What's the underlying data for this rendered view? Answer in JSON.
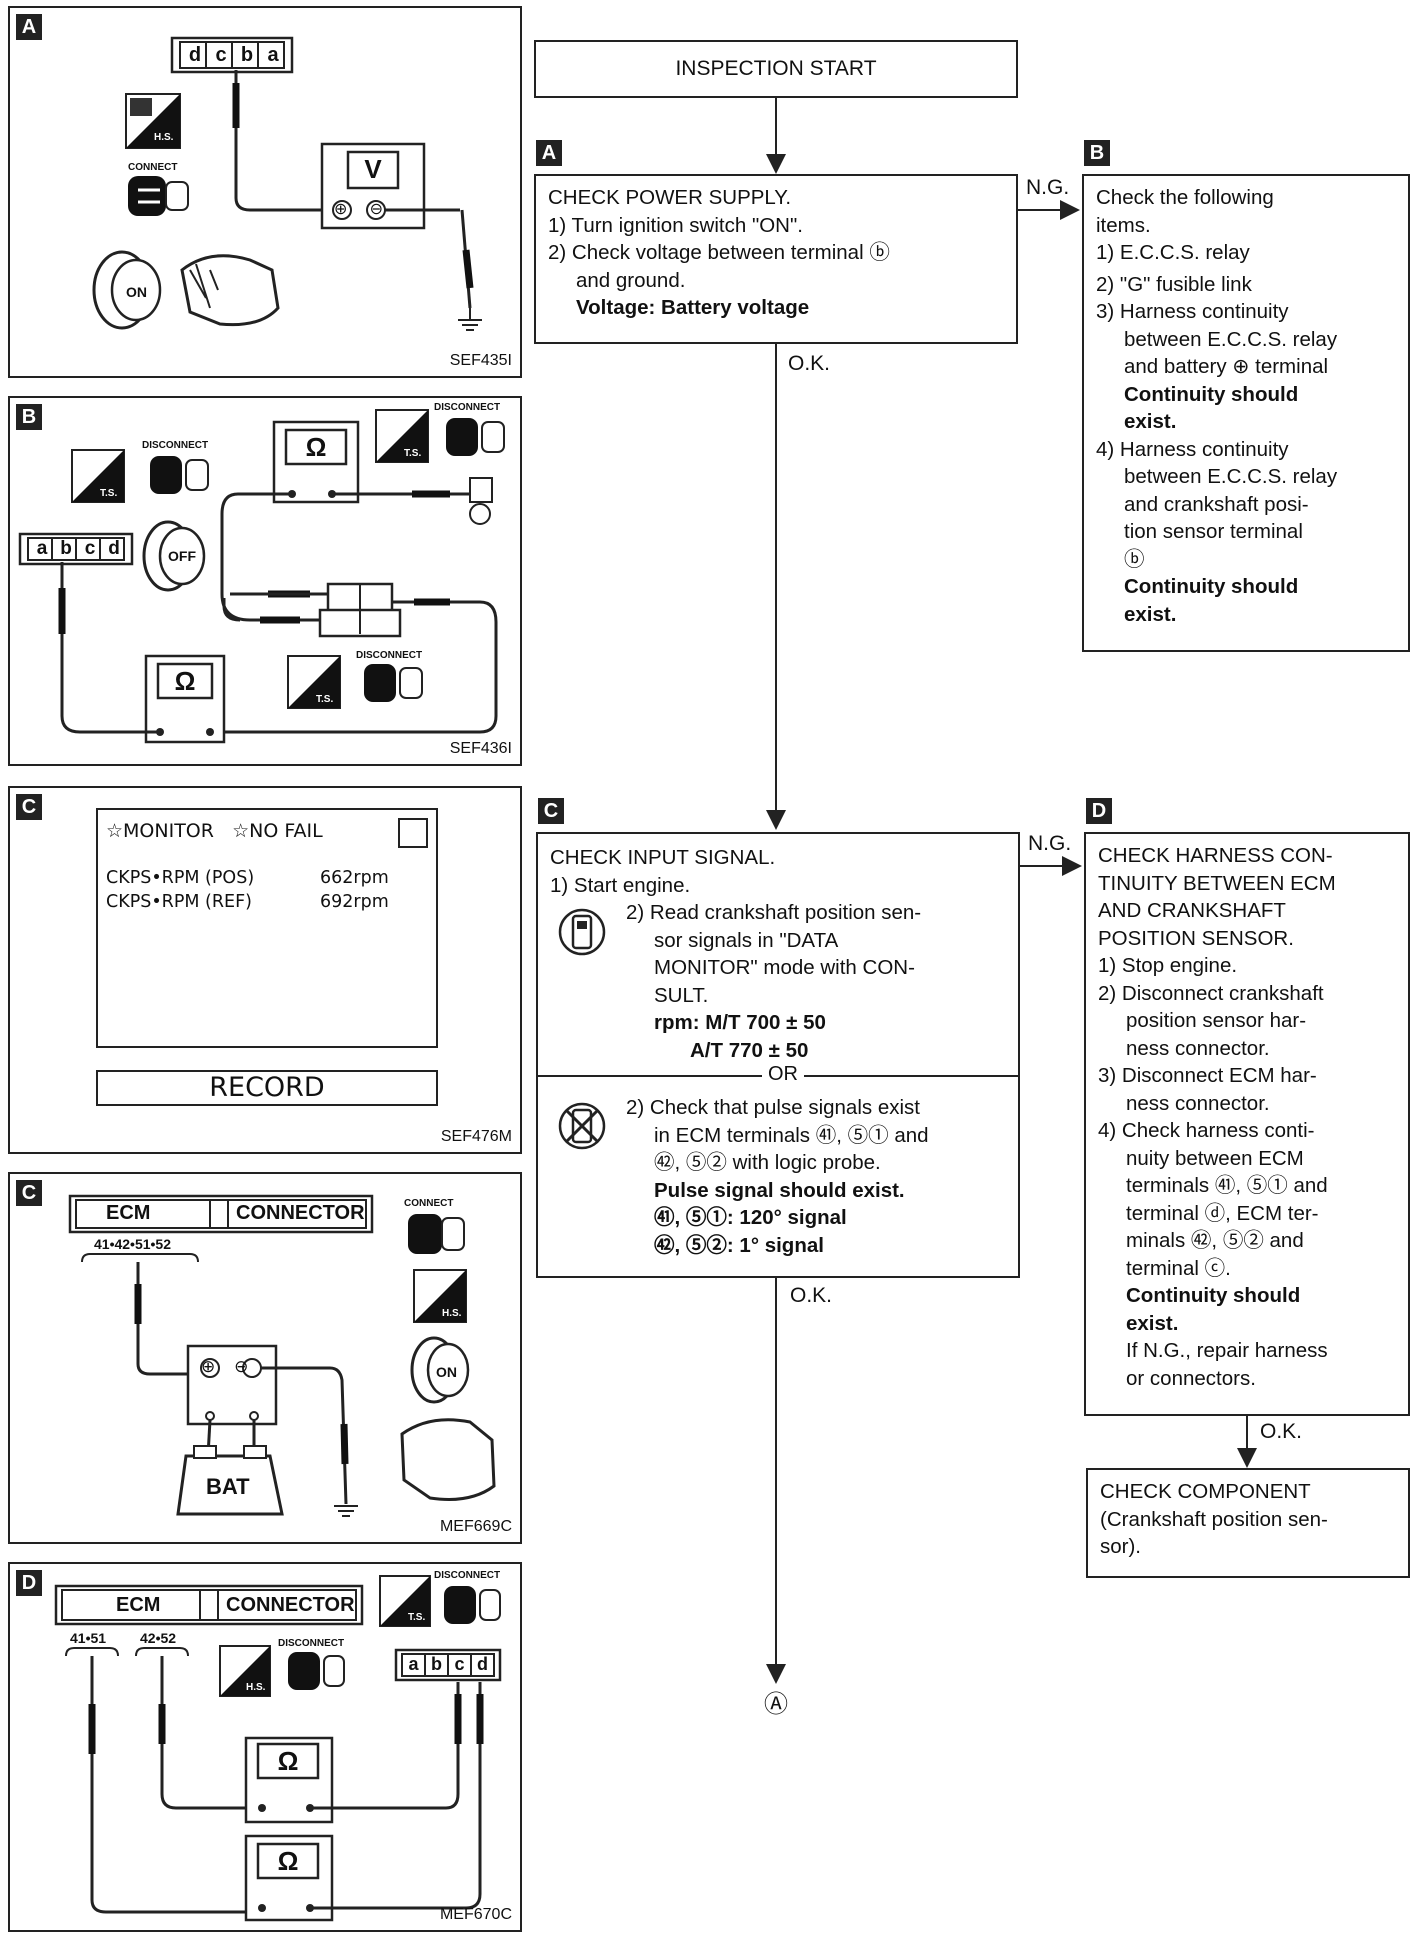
{
  "panels": [
    {
      "tag": "A",
      "ref": "SEF435I",
      "connector": [
        "d",
        "c",
        "b",
        "a"
      ],
      "meter": "V",
      "badge": "H.S.",
      "label": "CONNECT",
      "key": "ON"
    },
    {
      "tag": "B",
      "ref": "SEF436I",
      "connector": [
        "a",
        "b",
        "c",
        "d"
      ],
      "meter": "Ω",
      "badge": "T.S.",
      "label": "DISCONNECT",
      "key": "OFF"
    },
    {
      "tag": "C",
      "ref": "SEF476M",
      "monitor_title": "☆MONITOR   ☆NO FAIL",
      "rows": [
        {
          "name": "CKPS•RPM (POS)",
          "value": "662rpm"
        },
        {
          "name": "CKPS•RPM (REF)",
          "value": "692rpm"
        }
      ],
      "button": "RECORD"
    },
    {
      "tag": "C",
      "ref": "MEF669C",
      "ecm": "ECM",
      "conn": "CONNECTOR",
      "pins": "41•42•51•52",
      "label": "CONNECT",
      "badge": "H.S.",
      "key": "ON",
      "bat": "BAT"
    },
    {
      "tag": "D",
      "ref": "MEF670C",
      "ecm": "ECM",
      "conn": "CONNECTOR",
      "pins1": "41•51",
      "pins2": "42•52",
      "label": "DISCONNECT",
      "badge1": "T.S.",
      "badge2": "H.S.",
      "connector": [
        "a",
        "b",
        "c",
        "d"
      ],
      "meter": "Ω"
    }
  ],
  "flow": {
    "start": "INSPECTION START",
    "box_a": {
      "tag": "A",
      "lines": [
        "CHECK POWER SUPPLY.",
        "1) Turn ignition switch \"ON\".",
        "2) Check voltage between terminal ⓑ",
        "and ground."
      ],
      "bold": "Voltage: Battery voltage"
    },
    "box_b": {
      "tag": "B",
      "l1": "Check the following",
      "l2": "items.",
      "l3": "1) E.C.C.S. relay",
      "l4": "2) \"G\" fusible link",
      "l5": "3) Harness continuity",
      "l6": "between E.C.C.S. relay",
      "l7": "and battery ⊕ terminal",
      "b1": "Continuity should",
      "b2": "exist.",
      "l8": "4) Harness continuity",
      "l9": "between E.C.C.S. relay",
      "l10": "and crankshaft posi-",
      "l11": "tion sensor terminal",
      "l12": "ⓑ",
      "b3": "Continuity should",
      "b4": "exist."
    },
    "box_c": {
      "tag": "C",
      "l1": "CHECK INPUT SIGNAL.",
      "l2": "1) Start engine.",
      "l3": "2) Read crankshaft position sen-",
      "l4": "sor signals in \"DATA",
      "l5": "MONITOR\" mode with CON-",
      "l6": "SULT.",
      "b1": "rpm: M/T 700 ± 50",
      "b2": "A/T 770 ± 50",
      "or": "OR",
      "l7": "2) Check that pulse signals exist",
      "l8": "in ECM terminals ㊶, ⑤① and",
      "l9": "㊷, ⑤② with logic probe.",
      "b3": "Pulse signal should exist.",
      "b4": "㊶, ⑤①: 120° signal",
      "b5": "㊷, ⑤②: 1° signal"
    },
    "box_d": {
      "tag": "D",
      "l1": "CHECK HARNESS CON-",
      "l2": "TINUITY BETWEEN ECM",
      "l3": "AND CRANKSHAFT",
      "l4": "POSITION SENSOR.",
      "l5": "1) Stop engine.",
      "l6": "2) Disconnect crankshaft",
      "l7": "position sensor har-",
      "l8": "ness connector.",
      "l9": "3) Disconnect ECM har-",
      "l10": "ness connector.",
      "l11": "4) Check harness conti-",
      "l12": "nuity between ECM",
      "l13": "terminals ㊶, ⑤① and",
      "l14": "terminal ⓓ, ECM ter-",
      "l15": "minals ㊷, ⑤② and",
      "l16": "terminal ⓒ.",
      "b1": "Continuity should",
      "b2": "exist.",
      "l17": "If N.G., repair harness",
      "l18": "or connectors."
    },
    "box_e": {
      "l1": "CHECK COMPONENT",
      "l2": "(Crankshaft position sen-",
      "l3": "sor)."
    },
    "ng": "N.G.",
    "ok": "O.K.",
    "end": "Ⓐ"
  }
}
